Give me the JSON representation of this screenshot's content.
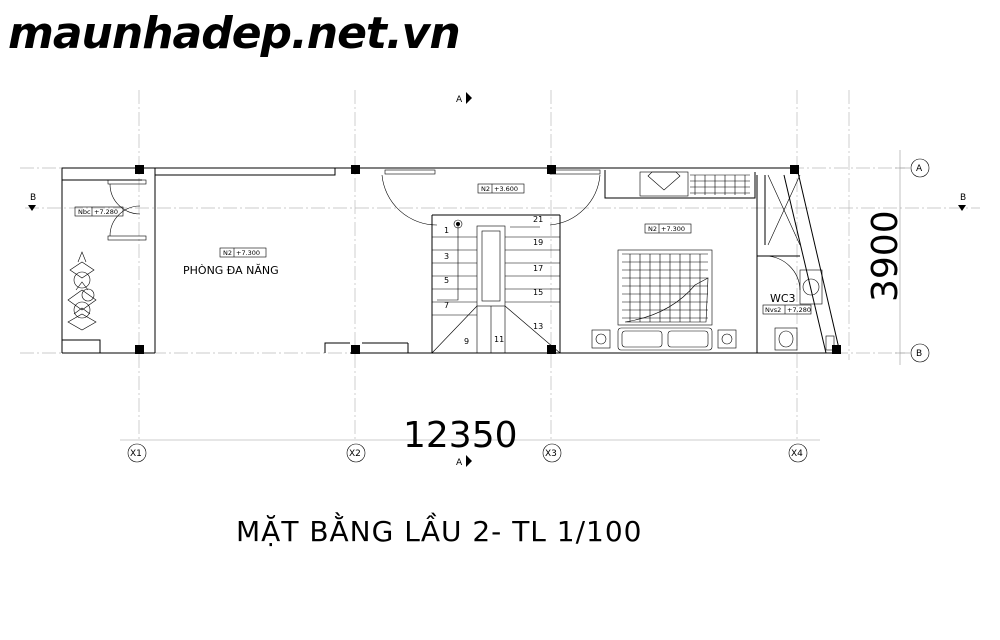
{
  "watermark": "maunhadep.net.vn",
  "drawing_title": "MẶT BẰNG LẦU 2- TL 1/100",
  "rooms": {
    "multipurpose": "PHÒNG ĐA NĂNG",
    "wc": "WC3"
  },
  "level_tags": {
    "balcony": "Nbc",
    "balcony_level": "+7.280",
    "hall": "N2",
    "hall_level": "+3.600",
    "multipurpose": "N2",
    "multipurpose_level": "+7.300",
    "bedroom": "N2",
    "bedroom_level": "+7.300",
    "wc": "Nvs2",
    "wc_level": "+7.280"
  },
  "dimensions": {
    "total_length": "12350",
    "total_width": "3900"
  },
  "axes": {
    "x": [
      "X1",
      "X2",
      "X3",
      "X4"
    ],
    "y": [
      "A",
      "B"
    ]
  },
  "section_marks": {
    "a_top": "A",
    "a_bottom": "A",
    "b_left": "B",
    "b_right": "B"
  },
  "stair_steps": {
    "left_flight": [
      "1",
      "3",
      "5",
      "7"
    ],
    "bottom": [
      "9",
      "11"
    ],
    "right_flight": [
      "13",
      "15",
      "17",
      "19",
      "21"
    ]
  }
}
